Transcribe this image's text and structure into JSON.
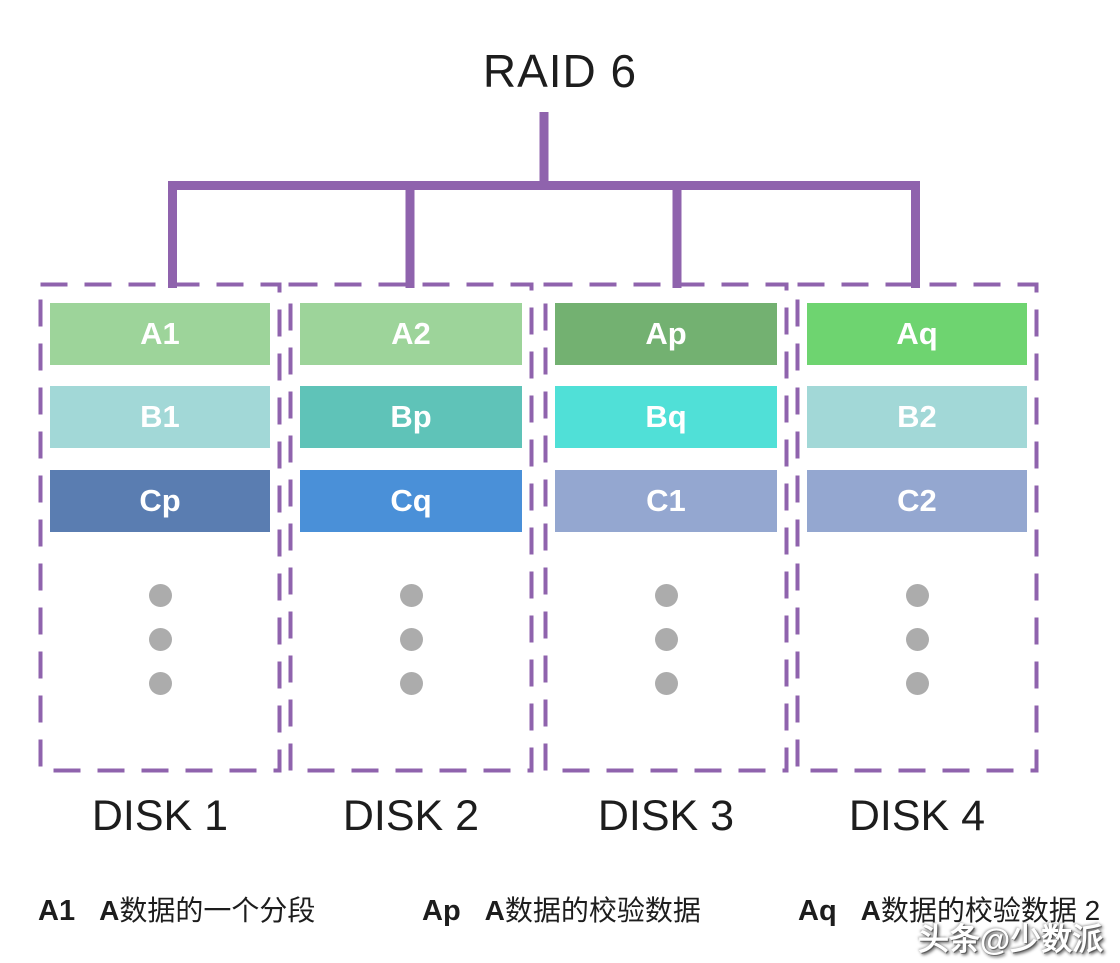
{
  "title": "RAID 6",
  "colors": {
    "connector": "#8f63ad",
    "disk_border": "#8f63ad",
    "dot": "#acacac",
    "heading_text": "#1d1d1d",
    "block_text": "#ffffff"
  },
  "disks": [
    {
      "label": "DISK 1",
      "blocks": [
        {
          "label": "A1",
          "color": "#9dd49a"
        },
        {
          "label": "B1",
          "color": "#a2d8d7"
        },
        {
          "label": "Cp",
          "color": "#5a7db1"
        }
      ]
    },
    {
      "label": "DISK 2",
      "blocks": [
        {
          "label": "A2",
          "color": "#9dd49a"
        },
        {
          "label": "Bp",
          "color": "#5fc3b8"
        },
        {
          "label": "Cq",
          "color": "#4a90d8"
        }
      ]
    },
    {
      "label": "DISK 3",
      "blocks": [
        {
          "label": "Ap",
          "color": "#73b171"
        },
        {
          "label": "Bq",
          "color": "#50e0d7"
        },
        {
          "label": "C1",
          "color": "#94a7d0"
        }
      ]
    },
    {
      "label": "DISK 4",
      "blocks": [
        {
          "label": "Aq",
          "color": "#6ed470"
        },
        {
          "label": "B2",
          "color": "#a2d8d7"
        },
        {
          "label": "C2",
          "color": "#94a7d0"
        }
      ]
    }
  ],
  "legend": [
    {
      "key": "A1",
      "desc_bold": "A",
      "desc": "数据的一个分段"
    },
    {
      "key": "Ap",
      "desc_bold": "A",
      "desc": "数据的校验数据"
    },
    {
      "key": "Aq",
      "desc_bold": "A",
      "desc": "数据的校验数据 2"
    }
  ],
  "watermark": "头条@少数派"
}
